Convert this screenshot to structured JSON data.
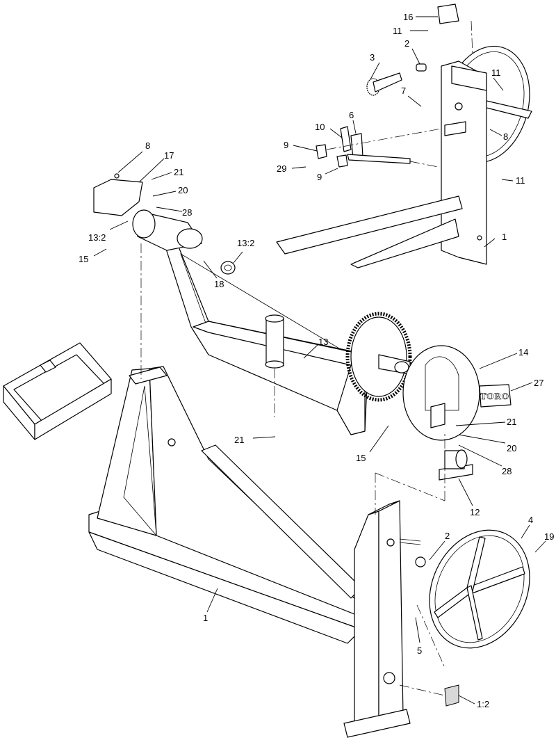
{
  "logo": {
    "text": "TORO"
  },
  "callouts": [
    {
      "id": "c16a",
      "label": "16"
    },
    {
      "id": "c11a",
      "label": "11"
    },
    {
      "id": "c2a",
      "label": "2"
    },
    {
      "id": "c3",
      "label": "3"
    },
    {
      "id": "c11b",
      "label": "11"
    },
    {
      "id": "c7",
      "label": "7"
    },
    {
      "id": "c8a",
      "label": "8"
    },
    {
      "id": "c6",
      "label": "6"
    },
    {
      "id": "c10",
      "label": "10"
    },
    {
      "id": "c9a",
      "label": "9"
    },
    {
      "id": "c29",
      "label": "29"
    },
    {
      "id": "c9b",
      "label": "9"
    },
    {
      "id": "c11c",
      "label": "11"
    },
    {
      "id": "c1a",
      "label": "1"
    },
    {
      "id": "c8b",
      "label": "8"
    },
    {
      "id": "c17",
      "label": "17"
    },
    {
      "id": "c21a",
      "label": "21"
    },
    {
      "id": "c20a",
      "label": "20"
    },
    {
      "id": "c28a",
      "label": "28"
    },
    {
      "id": "c13_2a",
      "label": "13:2"
    },
    {
      "id": "c15a",
      "label": "15"
    },
    {
      "id": "c13_2b",
      "label": "13:2"
    },
    {
      "id": "c18",
      "label": "18"
    },
    {
      "id": "c13",
      "label": "13"
    },
    {
      "id": "c14",
      "label": "14"
    },
    {
      "id": "c27",
      "label": "27"
    },
    {
      "id": "c21b",
      "label": "21"
    },
    {
      "id": "c15b",
      "label": "15"
    },
    {
      "id": "c21c",
      "label": "21"
    },
    {
      "id": "c20b",
      "label": "20"
    },
    {
      "id": "c28b",
      "label": "28"
    },
    {
      "id": "c12",
      "label": "12"
    },
    {
      "id": "c2b",
      "label": "2"
    },
    {
      "id": "c4",
      "label": "4"
    },
    {
      "id": "c19",
      "label": "19"
    },
    {
      "id": "c1b",
      "label": "1"
    },
    {
      "id": "c5",
      "label": "5"
    },
    {
      "id": "c1_2",
      "label": "1:2"
    }
  ]
}
